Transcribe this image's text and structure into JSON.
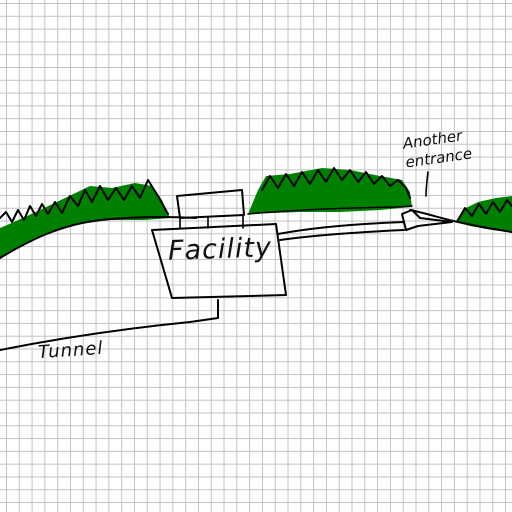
{
  "labels": {
    "facility": "Facility",
    "tunnel": "Tunnel",
    "another_entrance": "Another\nentrance"
  },
  "colors": {
    "grass": "#008000",
    "ink": "#000000",
    "grid": "#c2c2c2",
    "paper": "#ffffff"
  }
}
